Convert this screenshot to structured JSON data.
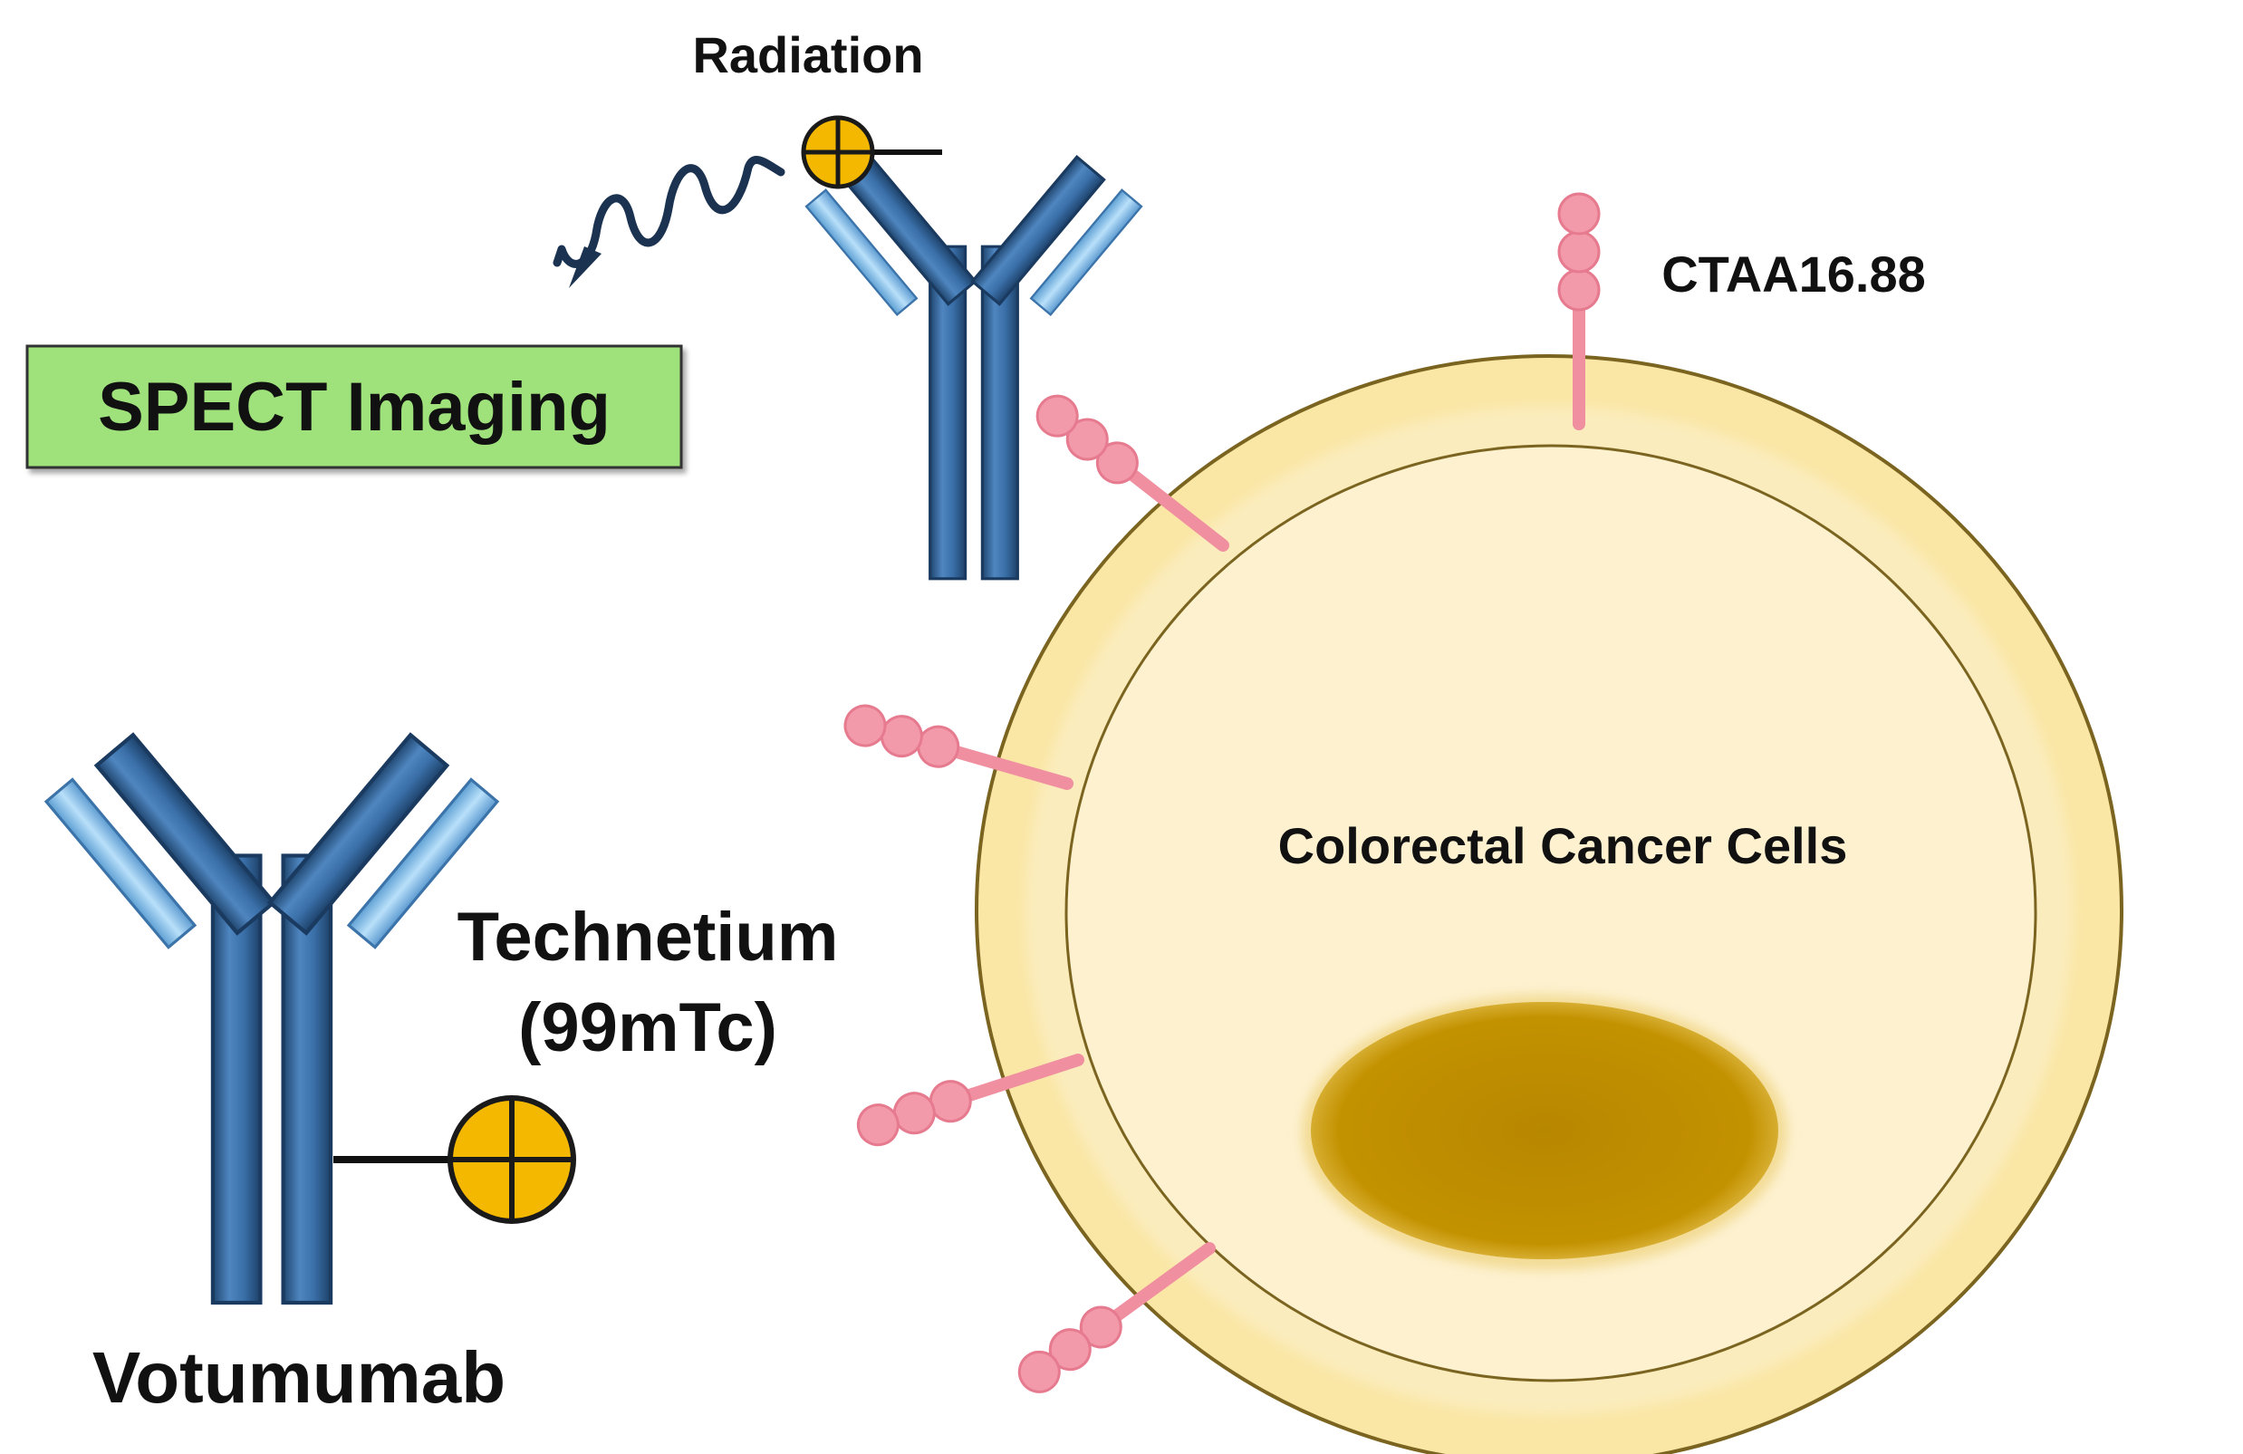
{
  "labels": {
    "radiation": "Radiation",
    "spect_imaging": "SPECT Imaging",
    "antigen": "CTAA16.88",
    "cell": "Colorectal Cancer Cells",
    "isotope_line1": "Technetium",
    "isotope_line2": "(99mTc)",
    "antibody": "Votumumab"
  },
  "colors": {
    "antibody_heavy_chain": "#2f5f93",
    "antibody_light_chain": "#8ec6ec",
    "radioisotope": "#f5b800",
    "antigen": "#f08fa0",
    "cell_membrane": "#fae7a6",
    "cell_cytoplasm": "#fdf1cf",
    "nucleus": "#c08d00",
    "spect_box": "#9fe27c",
    "radiation_wave": "#1b3350"
  },
  "icons": {
    "antibody": "antibody-icon",
    "radioisotope": "radioisotope-icon",
    "antigen": "antigen-icon",
    "radiation": "radiation-wave-icon"
  }
}
